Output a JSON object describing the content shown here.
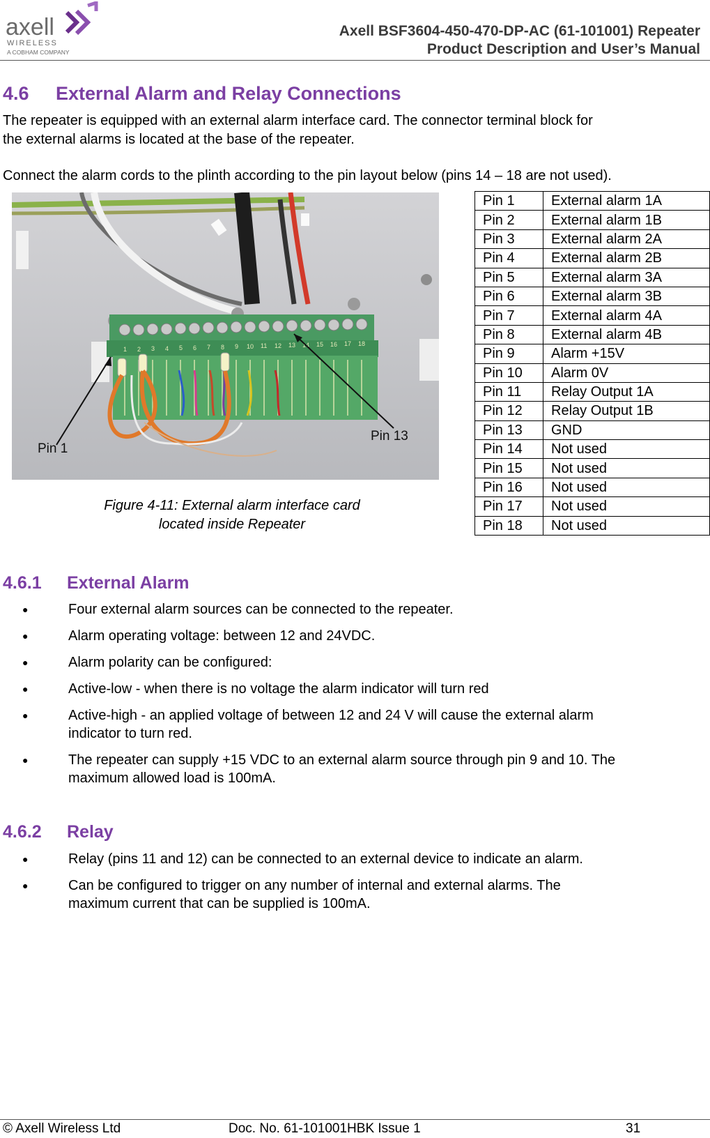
{
  "header": {
    "logo": {
      "brand": "axell",
      "sub1": "WIRELESS",
      "sub2": "A COBHAM COMPANY"
    },
    "title_line1": "Axell BSF3604-450-470-DP-AC (61-101001) Repeater",
    "title_line2": "Product Description and User’s Manual"
  },
  "section": {
    "number": "4.6",
    "title": "External Alarm and Relay Connections",
    "intro_line1": "The repeater is equipped with an external alarm interface card. The connector terminal block for",
    "intro_line2": "the external alarms is located at the base of the repeater.",
    "connect_text": "Connect the alarm cords to the plinth according to the pin layout below (pins 14 – 18 are not used)."
  },
  "figure": {
    "label_pin1": "Pin 1",
    "label_pin13": "Pin 13",
    "caption_line1": "Figure 4-11: External alarm interface card",
    "caption_line2": "located inside Repeater",
    "terminal_numbers": [
      "1",
      "2",
      "3",
      "4",
      "5",
      "6",
      "7",
      "8",
      "9",
      "10",
      "11",
      "12",
      "13",
      "14",
      "15",
      "16",
      "17",
      "18"
    ]
  },
  "pin_table": [
    {
      "pin": "Pin 1",
      "function": "External alarm 1A"
    },
    {
      "pin": "Pin 2",
      "function": "External alarm 1B"
    },
    {
      "pin": "Pin 3",
      "function": "External alarm 2A"
    },
    {
      "pin": "Pin 4",
      "function": "External alarm 2B"
    },
    {
      "pin": "Pin 5",
      "function": "External alarm 3A"
    },
    {
      "pin": "Pin 6",
      "function": "External alarm 3B"
    },
    {
      "pin": "Pin 7",
      "function": "External alarm 4A"
    },
    {
      "pin": "Pin 8",
      "function": "External alarm 4B"
    },
    {
      "pin": "Pin 9",
      "function": "Alarm +15V"
    },
    {
      "pin": "Pin 10",
      "function": "Alarm 0V"
    },
    {
      "pin": "Pin 11",
      "function": "Relay Output 1A"
    },
    {
      "pin": "Pin 12",
      "function": "Relay Output 1B"
    },
    {
      "pin": "Pin 13",
      "function": "GND"
    },
    {
      "pin": "Pin 14",
      "function": "Not used"
    },
    {
      "pin": "Pin 15",
      "function": "Not used"
    },
    {
      "pin": "Pin 16",
      "function": "Not used"
    },
    {
      "pin": "Pin 17",
      "function": "Not used"
    },
    {
      "pin": "Pin 18",
      "function": "Not used"
    }
  ],
  "external_alarm": {
    "number": "4.6.1",
    "title": "External Alarm",
    "bullets": [
      [
        "Four external alarm sources can be connected to the repeater."
      ],
      [
        "Alarm operating voltage: between 12 and 24VDC."
      ],
      [
        "Alarm polarity can be configured:"
      ],
      [
        "Active-low - when there is no voltage the alarm indicator will turn red"
      ],
      [
        "Active-high - an applied voltage of between 12 and 24 V will cause the external alarm",
        "indicator to turn red."
      ],
      [
        "The repeater can supply +15 VDC to an external alarm source through pin 9 and 10. The",
        "maximum allowed load is 100mA."
      ]
    ]
  },
  "relay": {
    "number": "4.6.2",
    "title": "Relay",
    "bullets": [
      [
        "Relay (pins 11 and 12) can be connected to an external device to indicate an alarm."
      ],
      [
        "Can be configured to trigger on any number of internal and external alarms. The",
        "maximum current that can be supplied is 100mA."
      ]
    ]
  },
  "bullet_glyph": "●",
  "footer": {
    "left": "© Axell Wireless Ltd",
    "center": "Doc. No. 61-101001HBK Issue 1",
    "page": "31"
  }
}
